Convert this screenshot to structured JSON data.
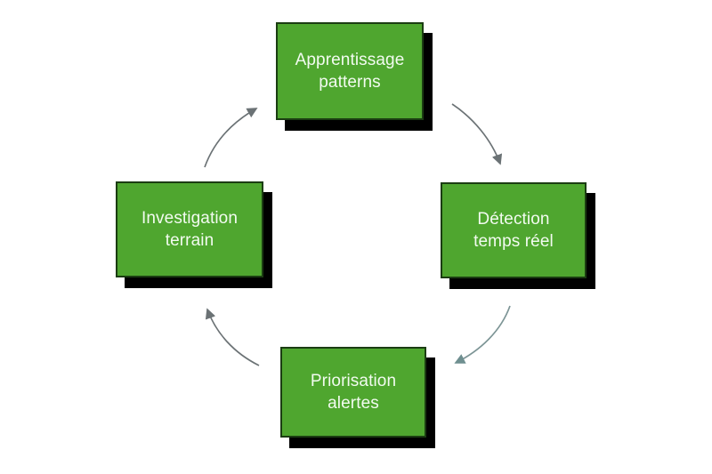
{
  "diagram": {
    "type": "cycle",
    "title": "",
    "background_color": "#ffffff",
    "node_fill_color": "#4fa62f",
    "node_border_color": "#1b3d12",
    "node_shadow_color": "#000000",
    "node_text_color": "#f2fbf0",
    "arrow_color": "#6b7275",
    "nodes": [
      {
        "id": "apprentissage-patterns",
        "label": "Apprentissage\npatterns",
        "line1": "Apprentissage",
        "line2": "patterns",
        "position": "top"
      },
      {
        "id": "detection-temps-reel",
        "label": "Détection\ntemps réel",
        "line1": "Détection",
        "line2": "temps réel",
        "position": "right"
      },
      {
        "id": "priorisation-alertes",
        "label": "Priorisation\nalertes",
        "line1": "Priorisation",
        "line2": "alertes",
        "position": "bottom"
      },
      {
        "id": "investigation-terrain",
        "label": "Investigation\nterrain",
        "line1": "Investigation",
        "line2": "terrain",
        "position": "left"
      }
    ],
    "arrows": [
      {
        "id": "arrow-top-to-right",
        "from": "apprentissage-patterns",
        "to": "detection-temps-reel",
        "direction": "clockwise"
      },
      {
        "id": "arrow-right-to-bottom",
        "from": "detection-temps-reel",
        "to": "priorisation-alertes",
        "direction": "clockwise"
      },
      {
        "id": "arrow-bottom-to-left",
        "from": "priorisation-alertes",
        "to": "investigation-terrain",
        "direction": "clockwise"
      },
      {
        "id": "arrow-left-to-top",
        "from": "investigation-terrain",
        "to": "apprentissage-patterns",
        "direction": "clockwise"
      }
    ]
  }
}
